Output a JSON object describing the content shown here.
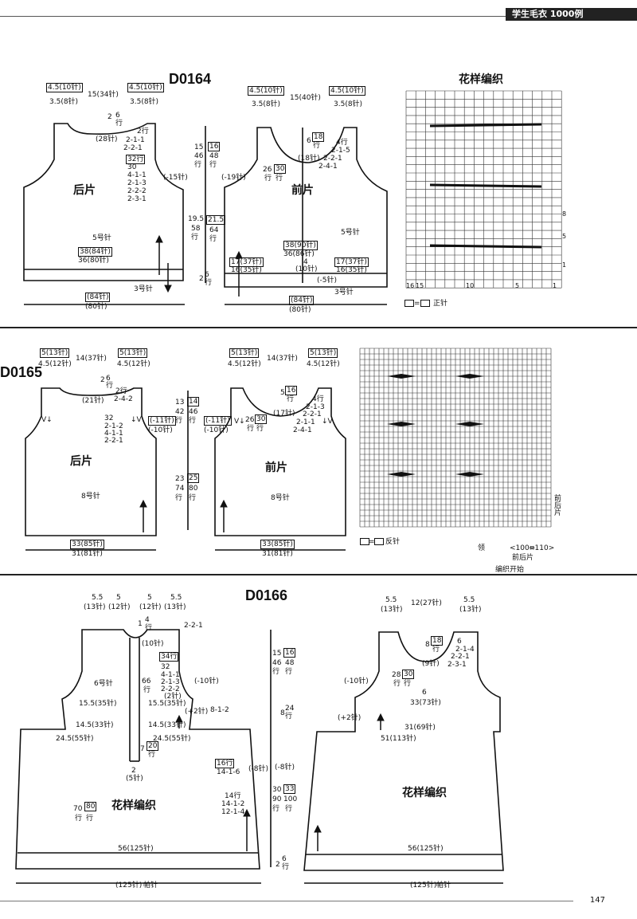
{
  "header": {
    "book_title": "学生毛衣 1000例",
    "page_number": "147"
  },
  "d0164": {
    "code": "D0164",
    "back": {
      "label": "后片",
      "top": [
        "4.5(10针)",
        "15(34针)",
        "4.5(10针)"
      ],
      "top2": [
        "3.5(8针)",
        "3.5(8针)"
      ],
      "neck_rows": [
        "2",
        "6",
        "行"
      ],
      "neck_count": "(28针)",
      "armhole": [
        "2行",
        "2-1-1",
        "2-2-1",
        "32行",
        "30",
        "4-1-1",
        "2-1-3",
        "2-2-2",
        "2-3-1"
      ],
      "side": "(-15针)",
      "needle": "5号针",
      "width": [
        "38(84针)",
        "36(80针)"
      ],
      "rib_needle": "3号针",
      "bottom": [
        "(84针)",
        "(80针)"
      ]
    },
    "heights": [
      "15",
      "46",
      "行",
      "16",
      "48",
      "行",
      "19.5",
      "58",
      "行",
      "21.5",
      "64",
      "行",
      "2",
      "6",
      "行"
    ],
    "front": {
      "label": "前片",
      "top": [
        "4.5(10针)",
        "15(40针)",
        "4.5(10针)"
      ],
      "top2": [
        "3.5(8针)",
        "3.5(8针)"
      ],
      "neck_rows": [
        "6",
        "18",
        "行"
      ],
      "neck_count": "(18针)",
      "neck": [
        "4行",
        "2-1-5",
        "2-2-1",
        "2-4-1"
      ],
      "side": "(-19针)",
      "side_rows": [
        "26",
        "行",
        "30",
        "行"
      ],
      "needle": "5号针",
      "width": [
        "38(90针)",
        "36(86针)"
      ],
      "mid": [
        "17(37针)",
        "16(35针)",
        "4",
        "(10针)",
        "17(37针)",
        "16(35针)",
        "(-5针)"
      ],
      "rib_needle": "3号针",
      "bottom": [
        "(84针)",
        "(80针)"
      ]
    },
    "chart": {
      "title": "花样编织",
      "legend": "正针",
      "col_nums": [
        "16",
        "15",
        "10",
        "5",
        "1"
      ],
      "row_nums": [
        "8",
        "5",
        "1"
      ]
    }
  },
  "d0165": {
    "code": "D0165",
    "back": {
      "label": "后片",
      "top": [
        "5(13针)",
        "14(37针)",
        "5(13针)"
      ],
      "top2": [
        "4.5(12针)",
        "4.5(12针)"
      ],
      "neck_rows": [
        "2",
        "6",
        "行"
      ],
      "neck_count": "(21针)",
      "neck": [
        "2行",
        "2-4-2"
      ],
      "armhole": [
        "32",
        "2-1-2",
        "4-1-1",
        "2-2-1"
      ],
      "v": [
        "V↓",
        "↓V"
      ],
      "side": [
        "(-11针)",
        "(-10针)"
      ],
      "needle": "8号针",
      "width": [
        "33(85针)",
        "31(81针)"
      ]
    },
    "heights": [
      "13",
      "42",
      "行",
      "14",
      "46",
      "行",
      "23",
      "74",
      "行",
      "25",
      "80",
      "行"
    ],
    "front": {
      "label": "前片",
      "top": [
        "5(13针)",
        "14(37针)",
        "5(13针)"
      ],
      "top2": [
        "4.5(12针)",
        "4.5(12针)"
      ],
      "neck_rows": [
        "5",
        "16",
        "行"
      ],
      "neck_count": "(17针)",
      "neck": [
        "4行",
        "2-1-3",
        "2-2-1",
        "2-1-1",
        "2-4-1"
      ],
      "side": [
        "(-11针)",
        "(-10针)"
      ],
      "side_rows": [
        "26",
        "行",
        "30",
        "行"
      ],
      "v": [
        "V↓",
        "↓V"
      ],
      "needle": "8号针",
      "width": [
        "33(85针)",
        "31(81针)"
      ]
    },
    "chart": {
      "legend": "反针",
      "bottom": [
        "领",
        "<100>",
        "<110>",
        "前后片",
        "编织开始"
      ],
      "side": "前后片"
    }
  },
  "d0166": {
    "code": "D0166",
    "back": {
      "top": [
        "5.5",
        "5",
        "5",
        "5.5"
      ],
      "top2": [
        "(13针)",
        "(12针)",
        "(12针)",
        "(13针)"
      ],
      "neck_rows": [
        "1",
        "4",
        "行"
      ],
      "neck": [
        "2-2-1"
      ],
      "center": "(10针)",
      "armhole": [
        "34行",
        "32",
        "4-1-1",
        "2-1-3",
        "2-2-2",
        "(2针)"
      ],
      "side": "(-10针)",
      "needle": "6号针",
      "yoke": [
        "15.5(35针)",
        "15.5(35针)",
        "14.5(33针)",
        "14.5(33针)",
        "(+2针)",
        "8-1-2"
      ],
      "placket": [
        "66",
        "行",
        "7",
        "20",
        "行",
        "2",
        "(5针)"
      ],
      "hips": [
        "24.5(55针)",
        "24.5(55针)"
      ],
      "label": "花样编织",
      "side_rows": [
        "16行",
        "14-1-6",
        "14行",
        "14-1-2",
        "12-1-4",
        "(-8针)"
      ],
      "rows": [
        "70",
        "行",
        "80",
        "行"
      ],
      "width": "56(125针)",
      "bottom": "(125针)",
      "bottom2": "帕针"
    },
    "heights": [
      "15",
      "46",
      "行",
      "16",
      "48",
      "行",
      "8",
      "24",
      "行",
      "(-8针)",
      "30",
      "90",
      "行",
      "33",
      "100",
      "行",
      "2",
      "6",
      "行"
    ],
    "front": {
      "top": [
        "5.5",
        "12(27针)",
        "5.5"
      ],
      "top2": [
        "(13针)",
        "(13针)"
      ],
      "neck_rows": [
        "8",
        "18",
        "行"
      ],
      "neck_count": "(9针)",
      "neck": [
        "6",
        "2-1-4",
        "2-2-1",
        "2-3-1"
      ],
      "side": "(-10针)",
      "side_rows": [
        "28",
        "行",
        "30",
        "行"
      ],
      "yoke": [
        "6",
        "33(73针)",
        "(+2针)",
        "31(69针)"
      ],
      "hips": "51(113针)",
      "label": "花样编织",
      "width": "56(125针)",
      "bottom": "(125针)",
      "bottom2": "帕针"
    }
  }
}
